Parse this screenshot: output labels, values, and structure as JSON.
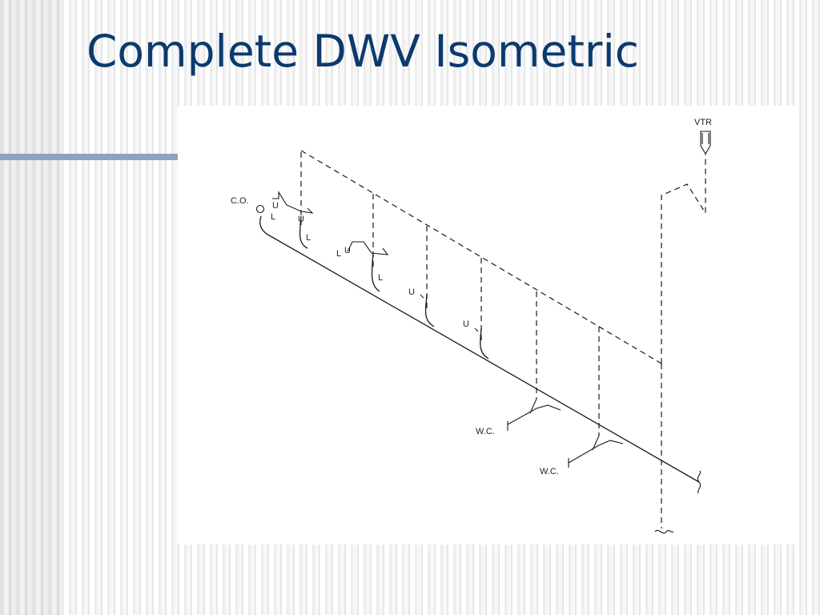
{
  "slide": {
    "title": "Complete DWV Isometric"
  },
  "diagram": {
    "labels": {
      "vent_through_roof": "VTR",
      "cleanout": "C.O.",
      "lav_1": "L",
      "lav_2": "L",
      "lav_3": "L",
      "lav_4": "L",
      "trap_1": "U",
      "trap_2": "U",
      "trap_3": "U",
      "trap_4": "U",
      "trap_5": "U",
      "water_closet_1": "W.C.",
      "water_closet_2": "W.C."
    }
  }
}
